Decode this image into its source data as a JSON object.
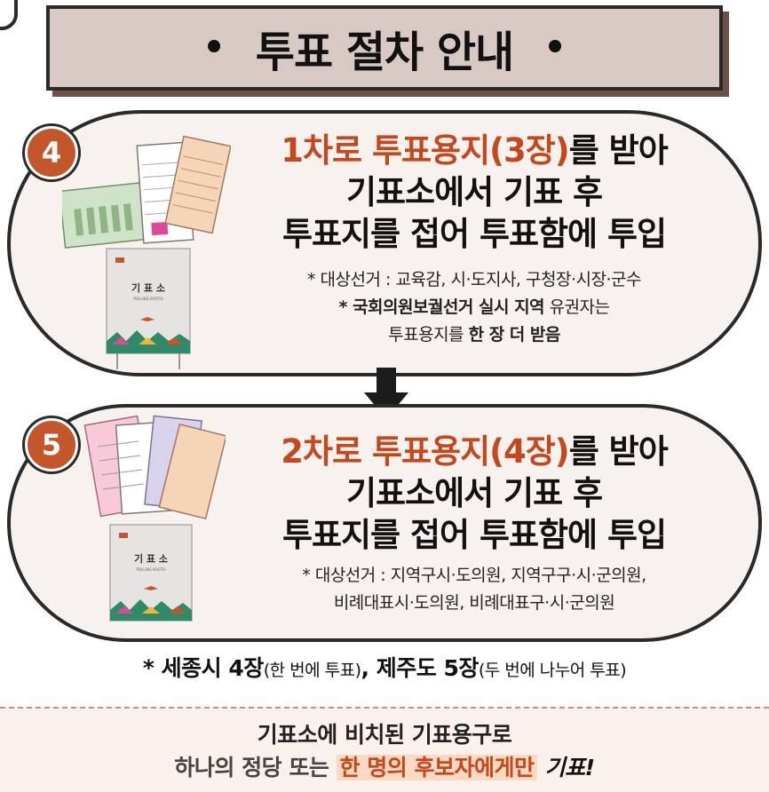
{
  "title": {
    "bullet_left": "•",
    "text": "투표 절차 안내",
    "bullet_right": "•"
  },
  "steps": [
    {
      "number": "4",
      "heading_part1": "1차로 투표용지(3장)",
      "heading_part2": "를 받아",
      "heading_line2": "기표소에서 기표 후",
      "heading_line3": "투표지를 접어 투표함에 투입",
      "note1": "* 대상선거 : 교육감, 시·도지사, 구청장·시장·군수",
      "note2_bold": "* 국회의원보궐선거 실시 지역",
      "note2_rest": " 유권자는",
      "note3_pre": "투표용지를 ",
      "note3_bold": "한 장 더 받음",
      "booth_text": "기 표 소",
      "booth_sub": "POLLING BOOTH"
    },
    {
      "number": "5",
      "heading_part1": "2차로 투표용지(4장)",
      "heading_part2": "를 받아",
      "heading_line2": "기표소에서 기표 후",
      "heading_line3": "투표지를 접어 투표함에 투입",
      "note1": "* 대상선거 : 지역구시·도의원, 지역구구·시·군의원,",
      "note2": "비례대표시·도의원, 비례대표구·시·군의원",
      "booth_text": "기 표 소",
      "booth_sub": "POLLING BOOTH"
    }
  ],
  "footnote": {
    "star": "*",
    "part1": " 세종시 4장",
    "part1_small": "(한 번에 투표)",
    "part2": ", 제주도 5장",
    "part2_small": "(두 번에 나누어 투표)"
  },
  "notice": {
    "line1": "기표소에 비치된 기표용구로",
    "line2_plain": "하나의 정당 또는 ",
    "line2_mark": "한 명의 후보자에게만",
    "line2_end": " 기표!"
  },
  "colors": {
    "accent": "#c4471e",
    "badge": "#c4562c",
    "title_bg": "#d9c9c4",
    "title_shadow": "#6d5048",
    "panel_bg": "#f8f2ee",
    "notice_bg": "#fbf1ec",
    "highlight": "#fbd9c2"
  },
  "icons": [
    "ballot-papers-icon",
    "polling-booth-icon",
    "down-arrow-icon",
    "corner-hook-icon"
  ]
}
